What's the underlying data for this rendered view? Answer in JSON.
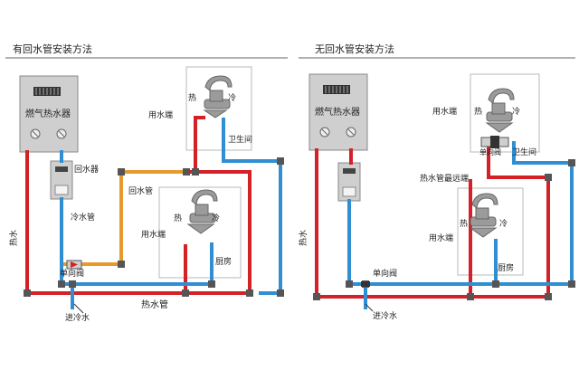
{
  "left": {
    "title": "有回水管安装方法",
    "heater": "燃气热水器",
    "recirc_unit": "回水器",
    "return_pipe": "回水管",
    "cold_pipe": "冷水管",
    "hot_water": "热水",
    "check_valve": "单向阀",
    "cold_in": "进冷水",
    "hot_pipe": "热水管",
    "bathroom": "卫生间",
    "kitchen": "厨房",
    "use_point_1": "用水端",
    "use_point_2": "用水端",
    "tap_hot_1": "热",
    "tap_cold_1": "冷",
    "tap_hot_2": "热",
    "tap_cold_2": "冷"
  },
  "right": {
    "title": "无回水管安装方法",
    "heater": "燃气热水器",
    "hot_water": "热水",
    "check_valve": "单向阀",
    "check_valve_2": "单向阀",
    "cold_in": "进冷水",
    "farthest": "热水管最远端",
    "bathroom": "卫生间",
    "kitchen": "厨房",
    "use_point_1": "用水端",
    "use_point_2": "用水端",
    "tap_hot_1": "热",
    "tap_cold_1": "冷",
    "tap_hot_2": "热",
    "tap_cold_2": "冷"
  },
  "colors": {
    "hot": "#d42027",
    "cold": "#2f8fd2",
    "return": "#e69a2c",
    "joint": "#555555",
    "frame": "#b9b9b9"
  }
}
